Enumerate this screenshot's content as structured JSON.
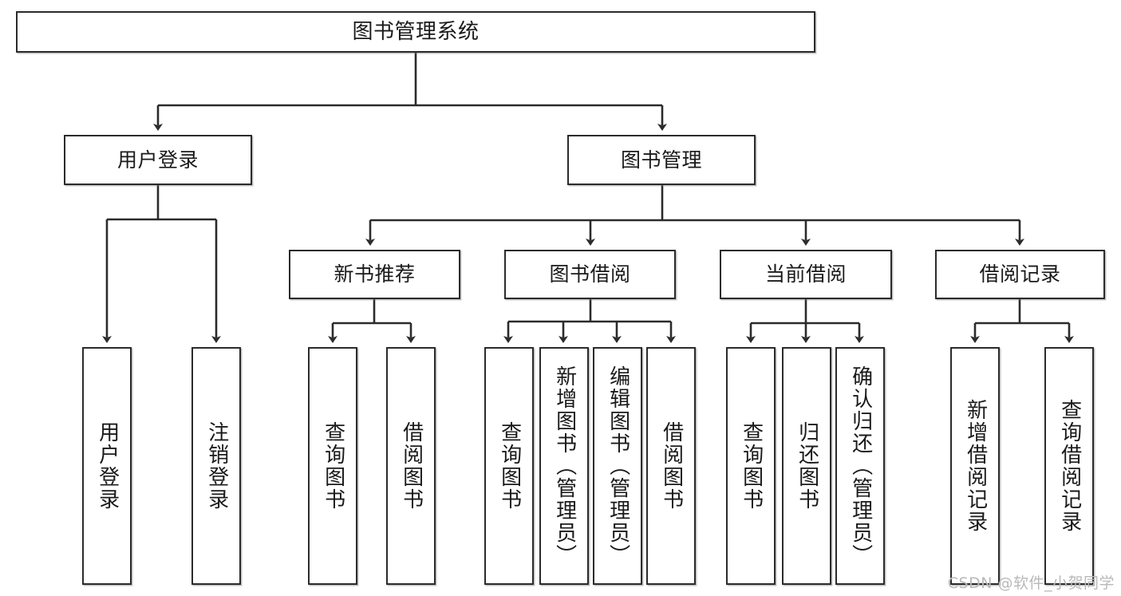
{
  "diagram": {
    "title": "图书管理系统",
    "watermark": "CSDN @软件_小贺同学",
    "colors": {
      "stroke": "#2b2b2b",
      "fill": "#ffffff",
      "text": "#1a1a1a",
      "watermark": "#b9b9b9"
    },
    "nodes": {
      "root": {
        "label": "图书管理系统"
      },
      "level2": [
        {
          "label": "用户登录"
        },
        {
          "label": "图书管理"
        }
      ],
      "level3": [
        {
          "label": "新书推荐"
        },
        {
          "label": "图书借阅"
        },
        {
          "label": "当前借阅"
        },
        {
          "label": "借阅记录"
        }
      ],
      "leaves": [
        {
          "label": "用户登录"
        },
        {
          "label": "注销登录"
        },
        {
          "label": "查询图书"
        },
        {
          "label": "借阅图书"
        },
        {
          "label": "查询图书"
        },
        {
          "label": "新增图书（管理员）"
        },
        {
          "label": "编辑图书（管理员）"
        },
        {
          "label": "借阅图书"
        },
        {
          "label": "查询图书"
        },
        {
          "label": "归还图书"
        },
        {
          "label": "确认归还（管理员）"
        },
        {
          "label": "新增借阅记录"
        },
        {
          "label": "查询借阅记录"
        }
      ]
    }
  }
}
